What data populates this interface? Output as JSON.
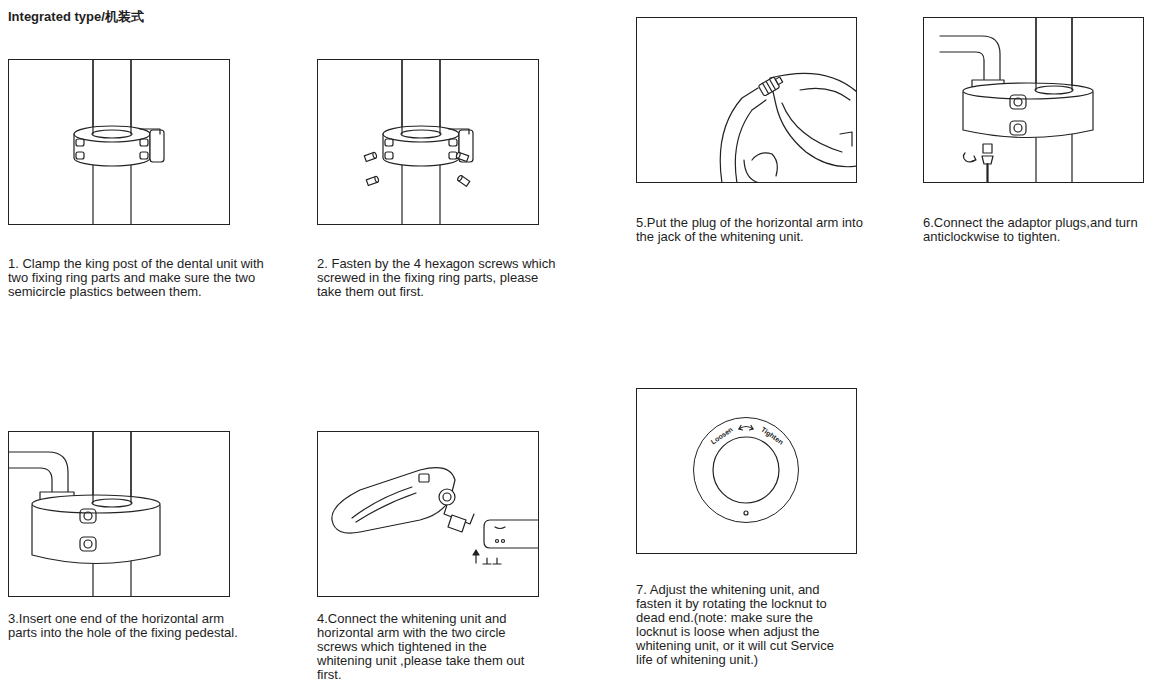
{
  "diagram": {
    "title": "Integrated type/机装式",
    "nodes": [
      {
        "text": [
          "1. Clamp the king post of the dental unit with two fixing ring parts and make sure the two semicircle plastics between them."
        ]
      },
      {
        "text": [
          "2. Fasten by the 4 hexagon screws which screwed in the fixing ring parts, please take them out first."
        ]
      },
      {
        "text": [
          "3.Insert one end of the horizontal arm parts into the hole of the fixing pedestal."
        ]
      },
      {
        "text": [
          "4.Connect the whitening unit and horizontal arm with the two circle screws which tightened in the whitening unit ,please take them out first."
        ]
      },
      {
        "text": [
          "5.Put the plug of the horizontal arm into the jack of the whitening unit."
        ]
      },
      {
        "text": [
          "6.Connect the adaptor plugs,and turn anticlockwise to tighten."
        ]
      },
      {
        "text": [
          "7. Adjust the whitening unit, and fasten it by rotating the locknut to dead end.(note: make sure the locknut is loose when adjust the whitening unit, or it will cut Service life of whitening unit.)"
        ]
      },
      {
        "text": [
          "Loosen",
          "Tighten"
        ],
        "in": 6
      }
    ]
  }
}
